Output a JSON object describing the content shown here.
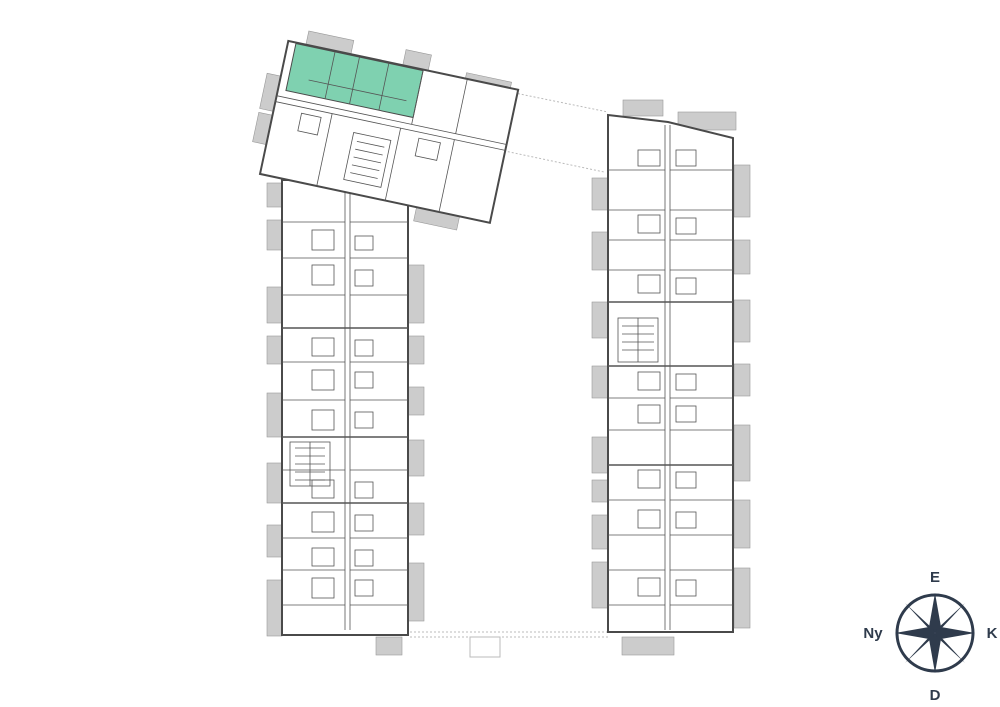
{
  "floor_plan": {
    "selected_unit_color": "#7fd1b0",
    "balcony_color": "#cccccc",
    "wall_color": "#4a4a4a",
    "buildings": [
      "west-wing",
      "north-wing",
      "east-wing"
    ]
  },
  "compass": {
    "north_label": "E",
    "south_label": "D",
    "west_label": "Ny",
    "east_label": "K",
    "color": "#2f3b4c"
  }
}
